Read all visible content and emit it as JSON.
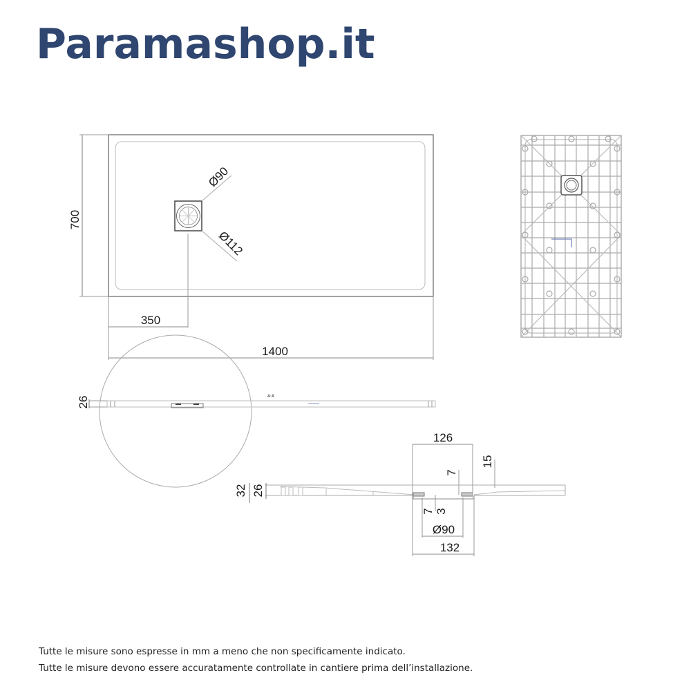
{
  "brand": {
    "name": "Paramashop.it",
    "color": "#2f4670"
  },
  "drawing": {
    "line_color": "#555555",
    "light_line_color": "#aaaaaa",
    "top_view": {
      "width_label": "1400",
      "height_label": "700",
      "drain_offset_label": "350",
      "drain_inner_diameter_label": "Ø90",
      "drain_outer_diameter_label": "Ø112"
    },
    "bottom_view": {
      "description": "underside ribbed grid"
    },
    "side_view": {
      "thickness_label": "26"
    },
    "detail_view": {
      "total_height_label": "32",
      "tray_height_label": "26",
      "top_width_label": "126",
      "rim_height_label": "15",
      "drain_step_top_label": "7",
      "drain_step_bottom_label": "7",
      "drain_gap_label": "3",
      "drain_diameter_label": "Ø90",
      "bottom_width_label": "132"
    }
  },
  "notes": [
    "Tutte le misure sono espresse in mm a meno che non specificamente indicato.",
    "Tutte le misure devono essere accuratamente controllate in cantiere prima dell’installazione."
  ]
}
